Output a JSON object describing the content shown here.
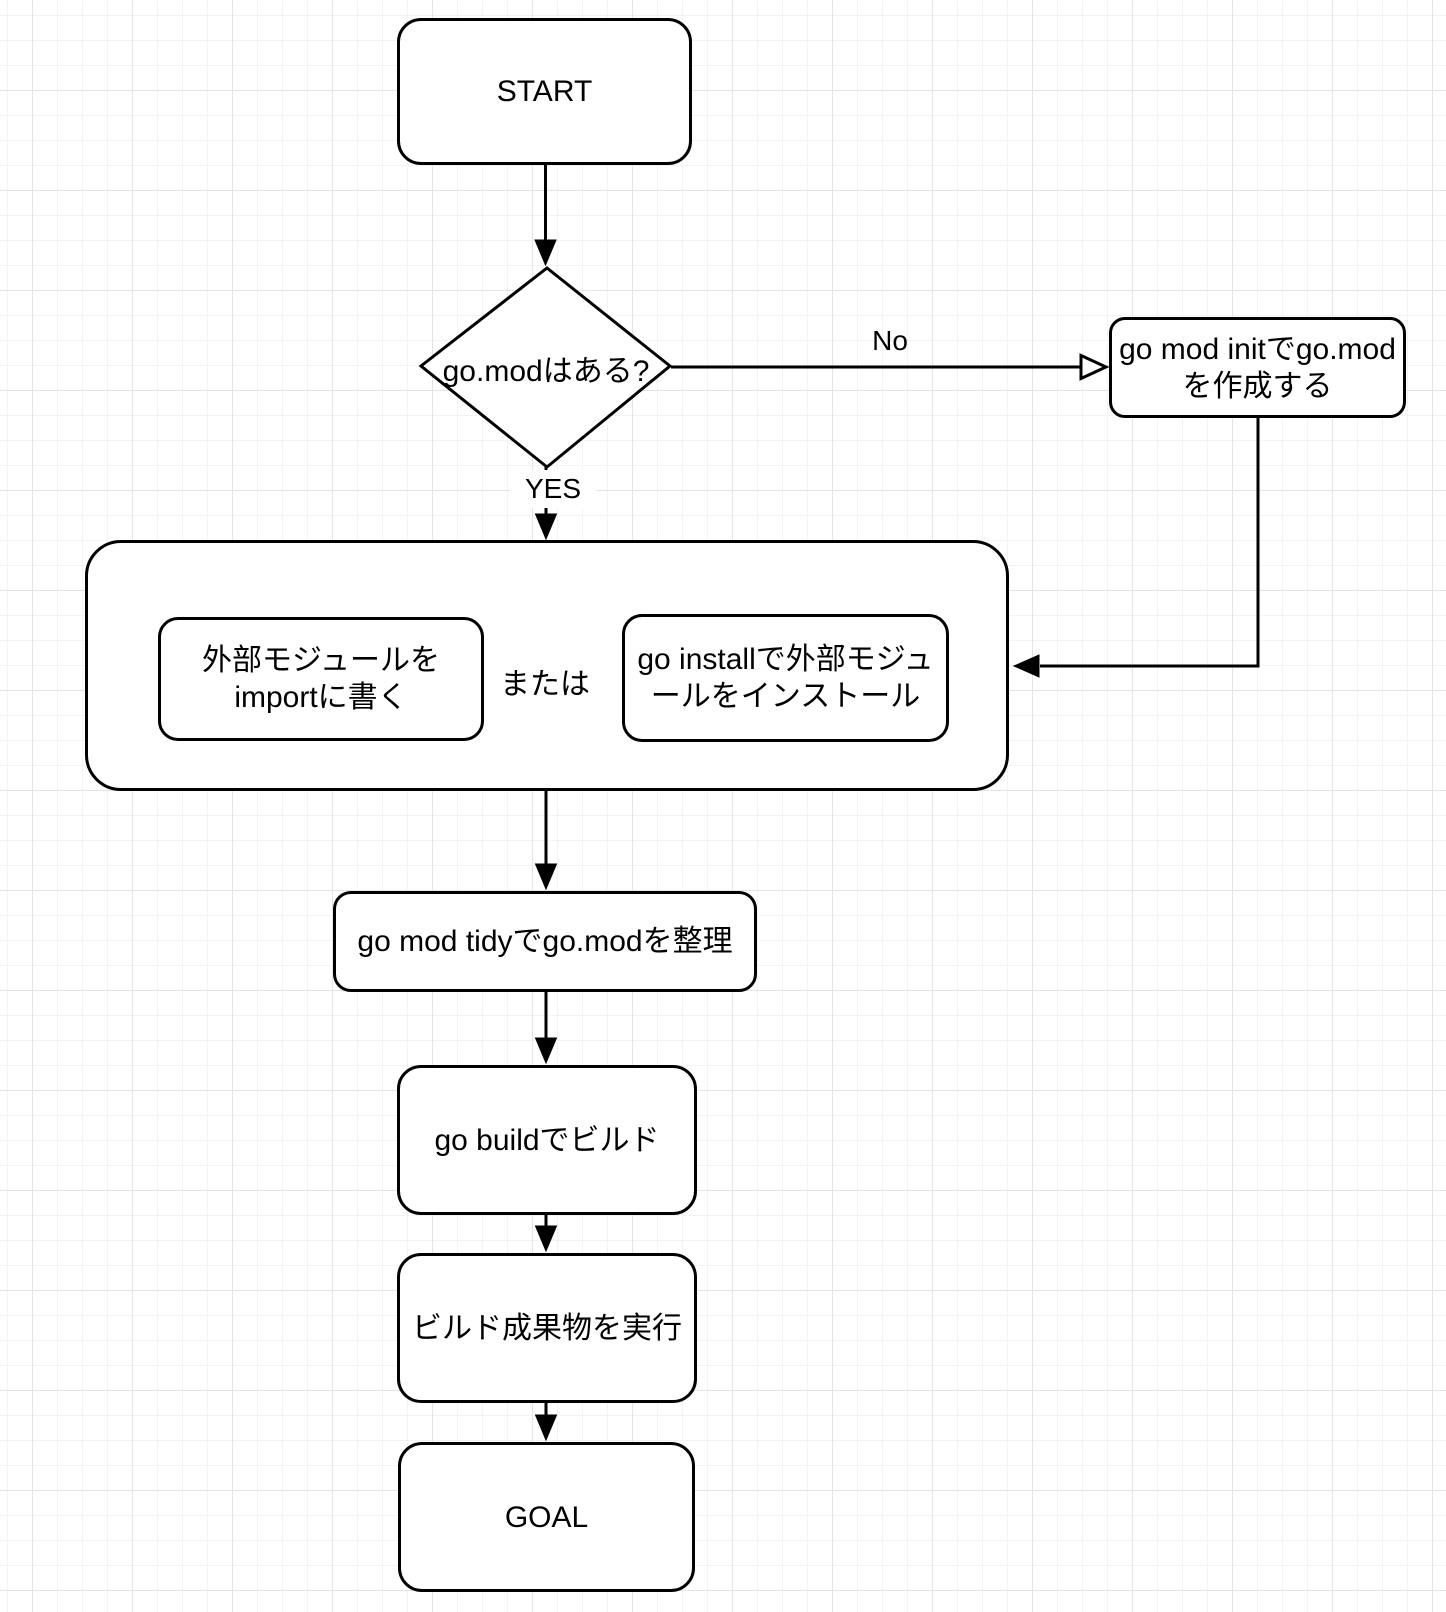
{
  "diagram": {
    "type": "flowchart",
    "language": "ja",
    "colors": {
      "stroke": "#000000",
      "node_fill": "#ffffff",
      "background": "#ffffff",
      "grid_minor": "#f3f3f3",
      "grid_major": "#e4e4e4"
    },
    "nodes": {
      "start": {
        "label": "START"
      },
      "decision": {
        "label": "go.modはある?"
      },
      "init": {
        "line1": "go mod initでgo.mod",
        "line2": "を作成する"
      },
      "import": {
        "line1": "外部モジュールを",
        "line2": "importに書く"
      },
      "or": {
        "label": "または"
      },
      "install": {
        "line1": "go installで外部モジュ",
        "line2": "ールをインストール"
      },
      "tidy": {
        "label": "go mod tidyでgo.modを整理"
      },
      "build": {
        "label": "go buildでビルド"
      },
      "run": {
        "label": "ビルド成果物を実行"
      },
      "goal": {
        "label": "GOAL"
      }
    },
    "edge_labels": {
      "no": "No",
      "yes": "YES"
    }
  }
}
